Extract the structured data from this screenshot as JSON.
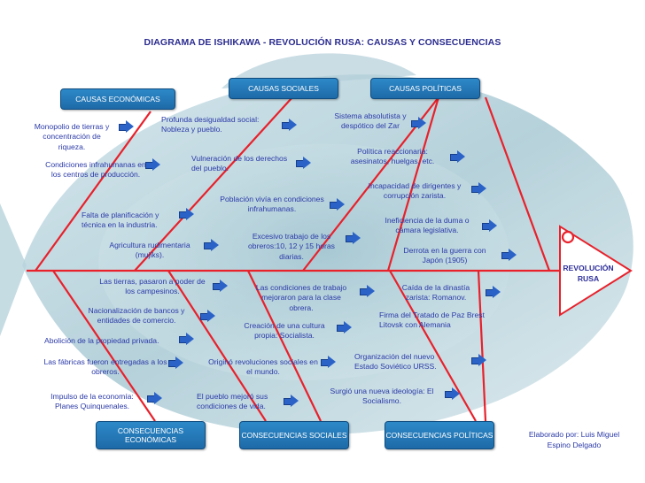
{
  "title": "DIAGRAMA DE ISHIKAWA -  REVOLUCIÓN RUSA: CAUSAS Y CONSECUENCIAS",
  "effect": "REVOLUCIÓN RUSA",
  "author": {
    "line1": "Elaborado por:    Luis Miguel",
    "line2": "Espino Delgado"
  },
  "colors": {
    "bone": "#e8212b",
    "category_fill": "#2478bb",
    "text": "#2b3aa8",
    "arrow": "#2a62c8"
  },
  "categories": {
    "causas_economicas": "CAUSAS ECONÓMICAS",
    "causas_sociales": "CAUSAS SOCIALES",
    "causas_politicas": "CAUSAS POLÍTICAS",
    "consecuencias_economicas": "CONSECUENCIAS ECONÓMICAS",
    "consecuencias_sociales": "CONSECUENCIAS SOCIALES",
    "consecuencias_politicas": "CONSECUENCIAS POLÍTICAS"
  },
  "causas_economicas": [
    "Monopolio de tierras  y concentración de riqueza.",
    "Condiciones infrahumanas en los centros de producción.",
    "Falta de planificación y técnica en la industria.",
    "Agricultura rudimentaria (mujiks)."
  ],
  "causas_sociales": [
    "Profunda desigualdad social: Nobleza y pueblo.",
    "Vulneración de los derechos del pueblo.",
    "Población vivía en condiciones infrahumanas.",
    "Excesivo trabajo de los obreros:10, 12 y 15 horas diarias."
  ],
  "causas_politicas": [
    "Sistema absolutista y despótico del Zar",
    "Política reaccionaria: asesinatos, huelgas, etc.",
    "Incapacidad de dirigentes y corrupción zarista.",
    "Ineficiencia de la duma o cámara legislativa.",
    "Derrota en la guerra con Japón (1905)"
  ],
  "consecuencias_economicas": [
    "Las tierras, pasaron a poder de los campesinos.",
    "Nacionalización de bancos y entidades de comercio.",
    "Abolición de la propiedad privada.",
    "Las fábricas fueron entregadas a los obreros.",
    "Impulso de la economía: Planes Quinquenales."
  ],
  "consecuencias_sociales": [
    "Las condiciones de trabajo mejoraron para la clase obrera.",
    "Creación de una cultura propia: Socialista.",
    "Originó revoluciones sociales en el mundo.",
    "El pueblo mejoró sus condiciones de vida."
  ],
  "consecuencias_politicas": [
    "Caída de la dinastía zarista: Romanov.",
    "Firma del Tratado de Paz Brest Litovsk con Alemania",
    "Organización del  nuevo Estado Soviético URSS.",
    "Surgió una nueva ideología: El Socialismo."
  ]
}
